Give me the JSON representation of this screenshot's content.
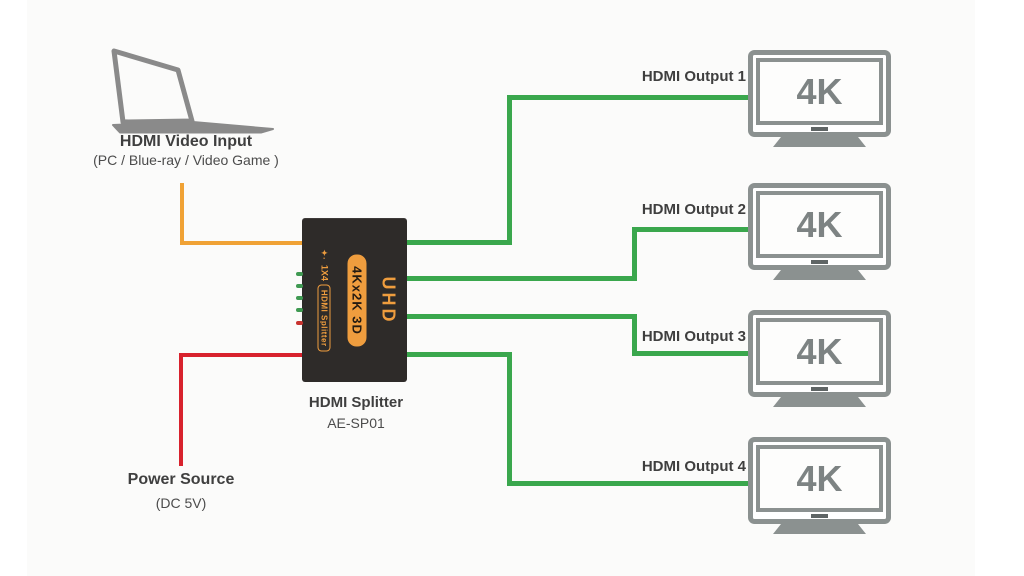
{
  "diagram": {
    "input": {
      "title": "HDMI Video Input",
      "subtitle": "(PC / Blue-ray / Video Game )"
    },
    "power": {
      "title": "Power Source",
      "subtitle": "(DC 5V)"
    },
    "splitter": {
      "label_uhd": "UHD",
      "label_badge": "4Kx2K 3D",
      "label_ratio": "1X4",
      "label_type": "HDMI Splitter",
      "sparkle": "✦·",
      "caption_title": "HDMI Splitter",
      "caption_model": "AE-SP01"
    },
    "outputs": [
      {
        "label": "HDMI Output 1",
        "screen_text": "4K"
      },
      {
        "label": "HDMI Output 2",
        "screen_text": "4K"
      },
      {
        "label": "HDMI Output 3",
        "screen_text": "4K"
      },
      {
        "label": "HDMI Output 4",
        "screen_text": "4K"
      }
    ],
    "colors": {
      "hdmi_input_cable": "#f0a235",
      "power_cable": "#d8222d",
      "hdmi_output_cable": "#3aa74d",
      "device_grey": "#8b9190",
      "splitter_body": "#2e2b29",
      "splitter_accent": "#ef9d3e",
      "text_dark": "#3f3f3f"
    }
  }
}
